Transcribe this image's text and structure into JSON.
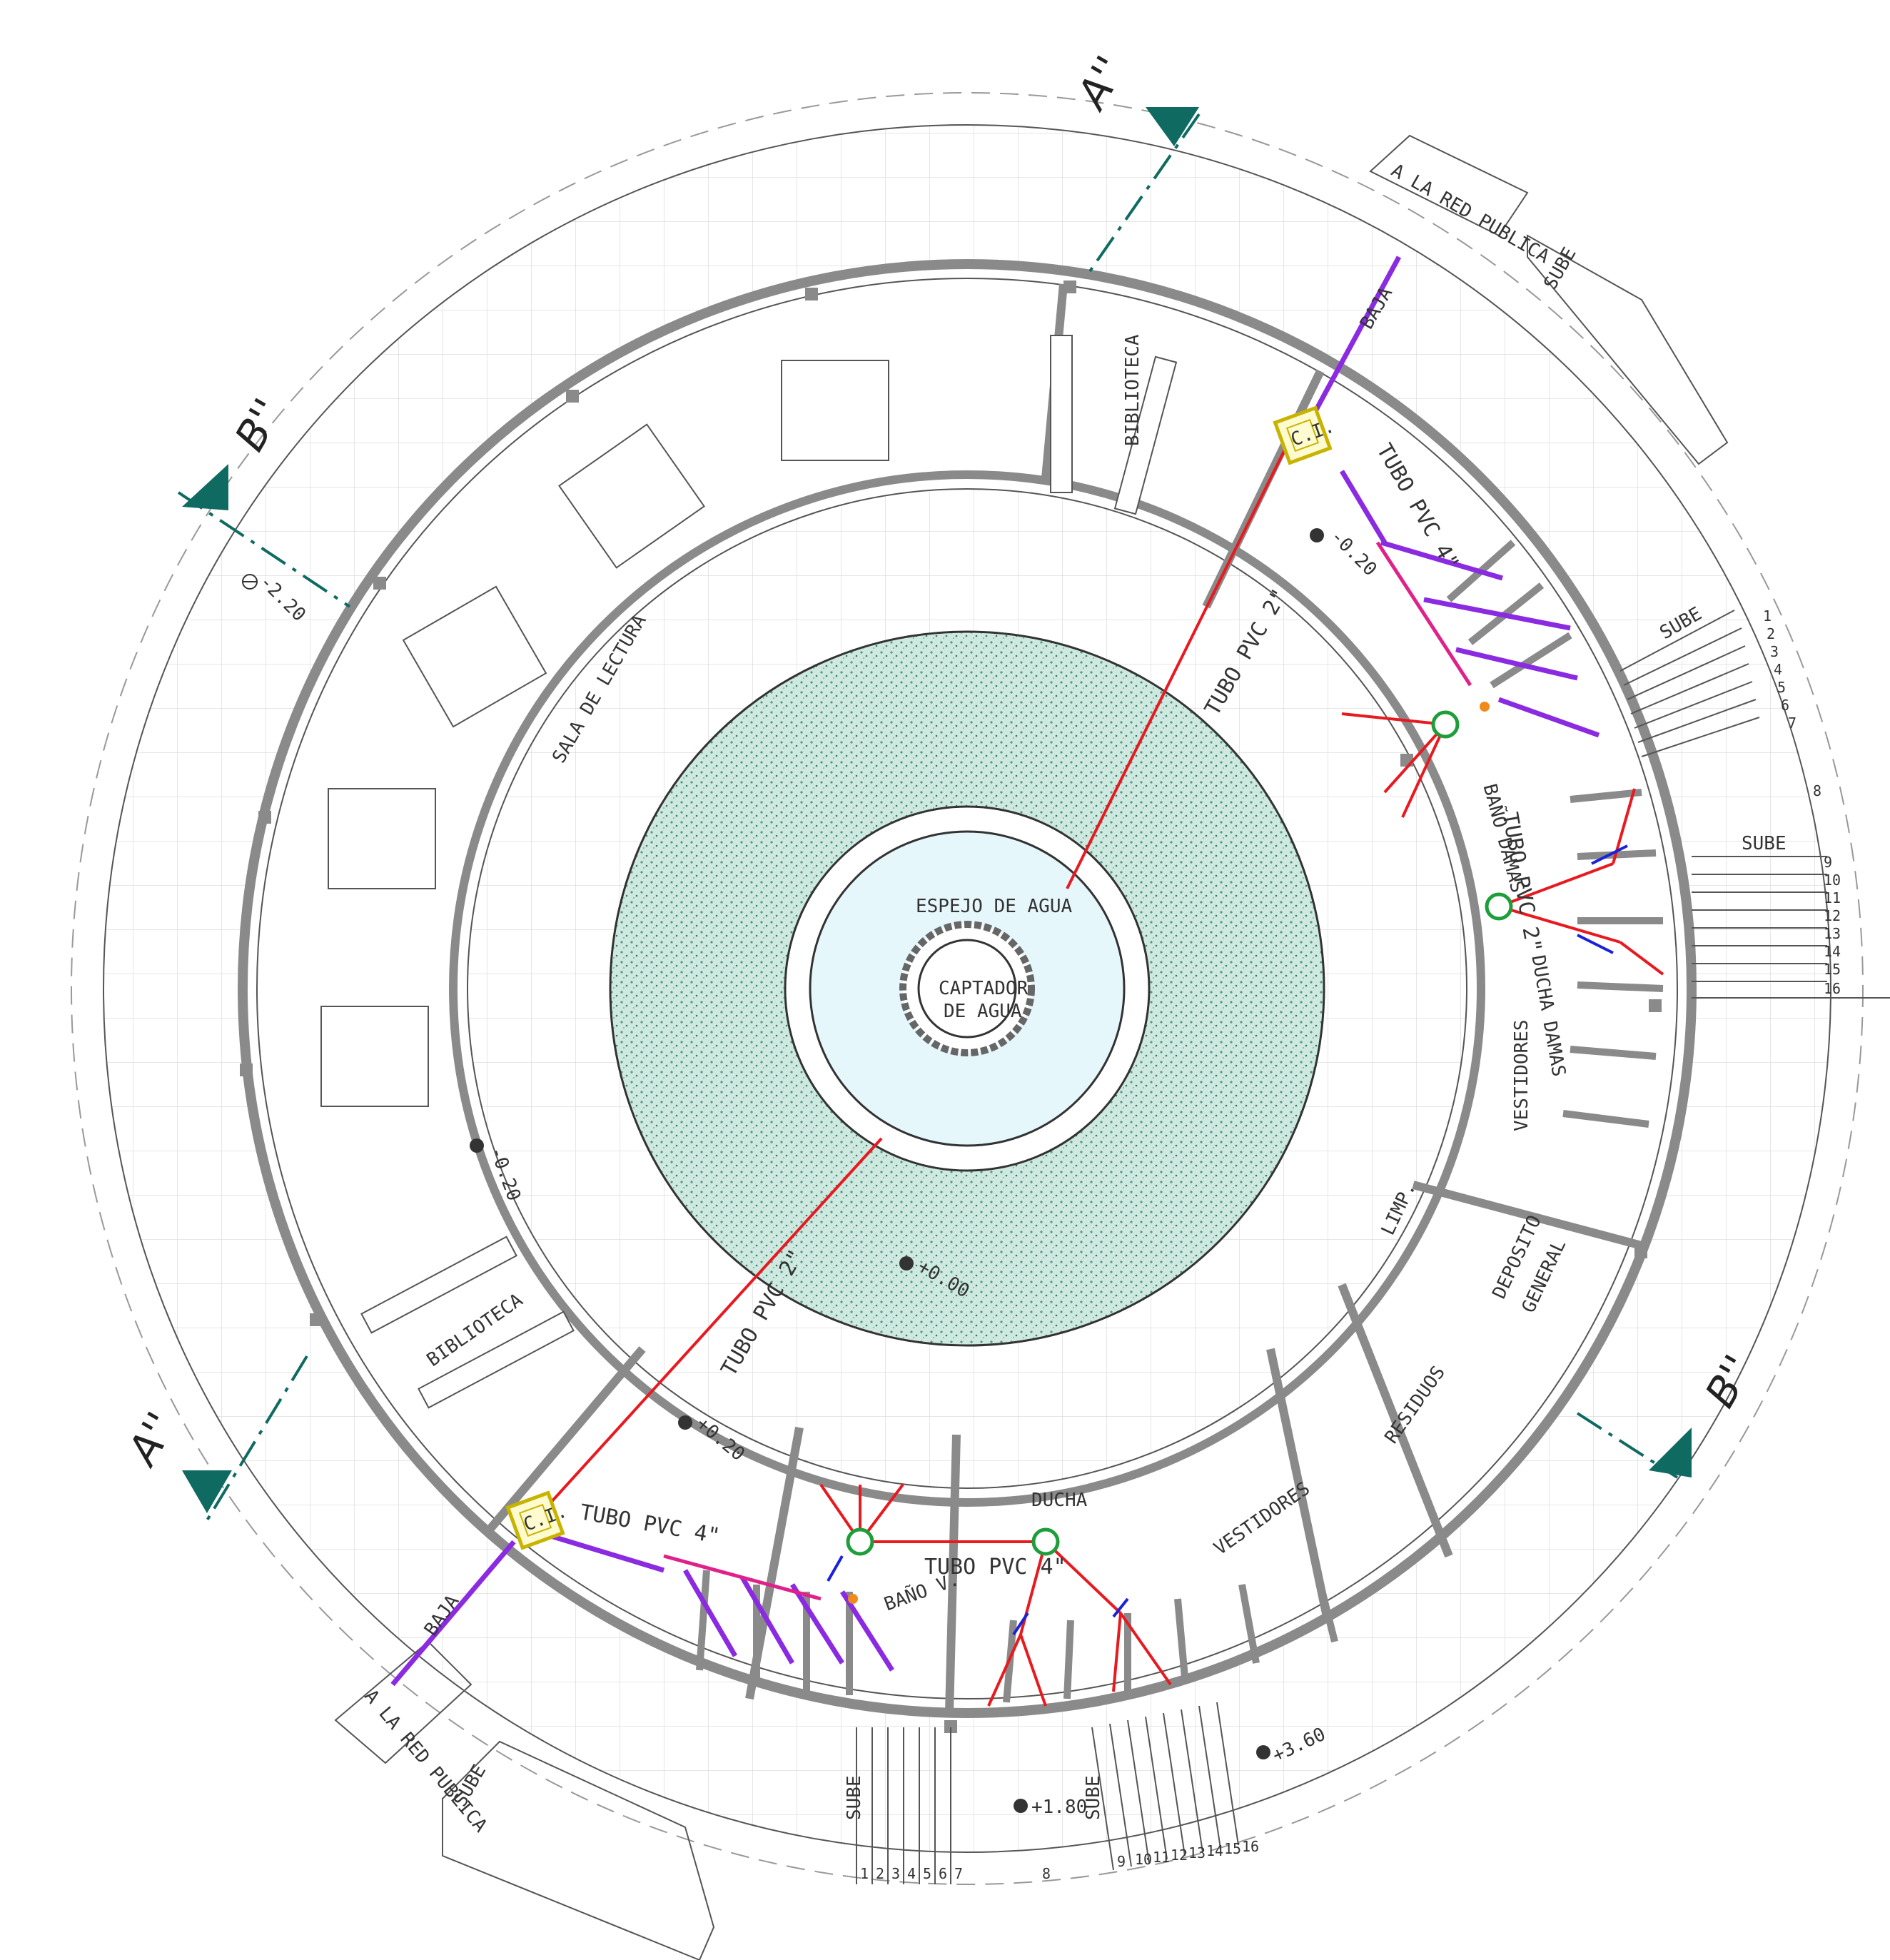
{
  "colors": {
    "background": "#ffffff",
    "grid": "#d8d8d8",
    "wall": "#8a8a8a",
    "water_mirror": "#e6f7fb",
    "garden": "#bfe1d6",
    "pipe_rain": "#e8191f",
    "pipe_drain": "#8a2be2",
    "pipe_branch": "#e0218a",
    "pipe_water": "#1a22d9",
    "fitting": "#f08a1c",
    "registry": "#1e9e3a",
    "section_marker": "#0f6b62",
    "inspection_box": "#c8b400"
  },
  "icons": {
    "level_marker": "level-marker-icon",
    "section_triangle": "section-triangle-icon",
    "inspection_chamber": "inspection-chamber-icon",
    "registry_circle": "registry-circle-icon"
  },
  "sections": {
    "a_top": "A''",
    "a_bottom": "A''",
    "b_top": "B''",
    "b_bottom": "B''"
  },
  "rooms": {
    "espejo": "ESPEJO DE AGUA",
    "captador_1": "CAPTADOR",
    "captador_2": "DE AGUA",
    "sala_lectura": "SALA DE LECTURA",
    "biblioteca_top": "BIBLIOTECA",
    "biblioteca_bottom": "BIBLIOTECA",
    "bano_damas": "BAÑO DAMAS",
    "ducha_damas": "DUCHA DAMAS",
    "vestidores_right": "VESTIDORES",
    "vestidores_bottom": "VESTIDORES",
    "limp": "LIMP.",
    "deposito_1": "DEPOSITO",
    "deposito_2": "GENERAL",
    "residuos": "RESIDUOS",
    "ducha": "DUCHA",
    "bano_v": "BAÑO V."
  },
  "pipes": {
    "tubo_4_top": "TUBO PVC 4\"",
    "tubo_2_top": "TUBO PVC 2\"",
    "tubo_2_right": "TUBO PVC 2\"",
    "tubo_2_bottom": "TUBO PVC 2\"",
    "tubo_4_bottom": "TUBO PVC 4\"",
    "tubo_4_mid": "TUBO PVC 4\"",
    "ci_top": "C.I.",
    "ci_bottom": "C.I.",
    "baja_top": "BAJA",
    "baja_bottom": "BAJA",
    "red_publica_top": "A LA RED PUBLICA",
    "red_publica_bottom": "A LA RED PUBLICA"
  },
  "levels": {
    "level_220": "-2.20",
    "level_020_top": "-0.20",
    "level_020_left": "-0.20",
    "level_020_bottom": "+0.20",
    "level_000": "+0.00",
    "level_180": "+1.80",
    "level_360": "+3.60"
  },
  "stairs": {
    "sube": "SUBE",
    "right_steps": [
      "1",
      "2",
      "3",
      "4",
      "5",
      "6",
      "7",
      "8",
      "9",
      "10",
      "11",
      "12",
      "13",
      "14",
      "15",
      "16"
    ],
    "bottom_steps": [
      "1",
      "2",
      "3",
      "4",
      "5",
      "6",
      "7",
      "8",
      "9",
      "10",
      "11",
      "12",
      "13",
      "14",
      "15",
      "16"
    ]
  }
}
